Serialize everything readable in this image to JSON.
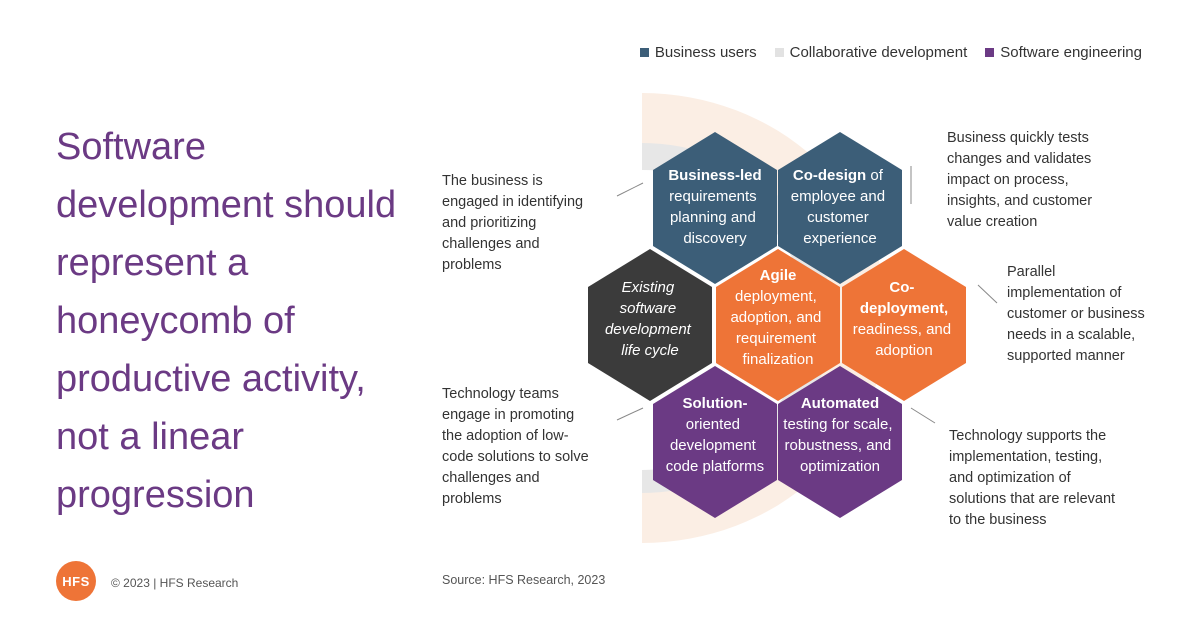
{
  "headline": "Software development should represent a honeycomb of productive activity, not a linear progression",
  "legend": [
    {
      "label": "Business users",
      "color": "#3c5e78"
    },
    {
      "label": "Collaborative development",
      "color": "#e2e2e2"
    },
    {
      "label": "Software engineering",
      "color": "#6b3a84"
    }
  ],
  "hexagons": {
    "business_led": {
      "bold": "Business-led",
      "rest": "requirements planning and discovery"
    },
    "co_design": {
      "bold": "Co-design",
      "rest": "of employee and customer experience"
    },
    "existing": {
      "italic": "Existing software development life cycle"
    },
    "agile": {
      "bold": "Agile",
      "rest": "deployment, adoption, and requirement finalization"
    },
    "co_deployment": {
      "bold": "Co-deployment,",
      "rest": "readiness, and adoption"
    },
    "solution": {
      "bold": "Solution-",
      "rest": "oriented development code platforms"
    },
    "automated": {
      "bold": "Automated",
      "rest": "testing for scale, robustness, and optimization"
    }
  },
  "annotations": {
    "business_engaged": "The business is engaged in identifying and prioritizing challenges and problems",
    "business_tests": "Business quickly tests changes and validates impact on process, insights, and customer value creation",
    "parallel": "Parallel implementation of customer or business needs in a scalable, supported manner",
    "technology_teams": "Technology teams engage in promoting the adoption of low-code solutions to solve challenges and problems",
    "technology_supports": "Technology supports the implementation, testing, and optimization of solutions that are relevant to the business"
  },
  "source": "Source: HFS Research,  2023",
  "logo": "HFS",
  "copyright": "© 2023 | HFS Research",
  "colors": {
    "business": "#3c5e78",
    "collab": "#ee7437",
    "engineering": "#6b3a84",
    "dark": "#3b3b3b"
  }
}
